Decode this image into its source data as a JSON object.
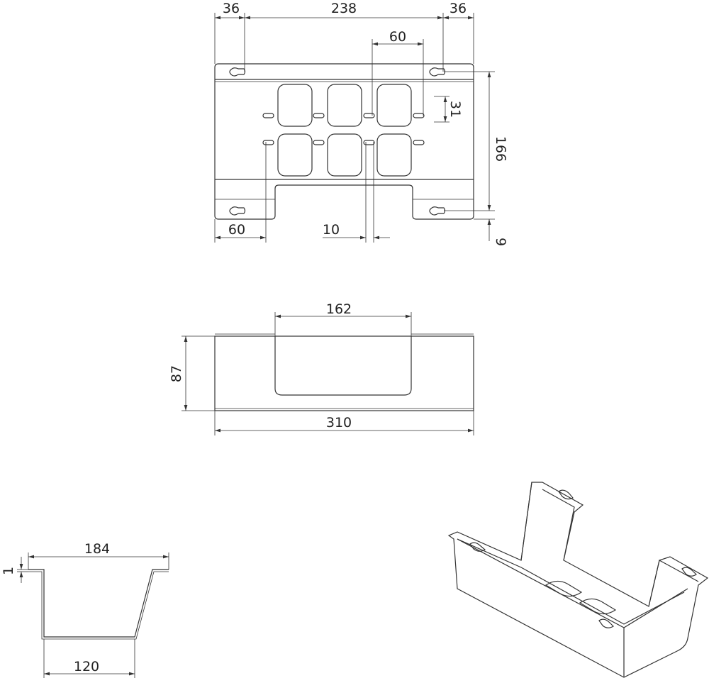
{
  "plan_view": {
    "dims": {
      "left_keyhole": "36",
      "keyhole_span": "238",
      "right_keyhole": "36",
      "hole_pitch": "60",
      "hole_height": "31",
      "keyhole_vertical": "166",
      "bottom_offset": "9",
      "slot_offset": "60",
      "slot_width": "10"
    }
  },
  "front_view": {
    "dims": {
      "window_width": "162",
      "height": "87",
      "length": "310"
    }
  },
  "section_view": {
    "dims": {
      "top_width": "184",
      "bottom_width": "120",
      "thickness": "1"
    }
  },
  "colors": {
    "line": "#333333",
    "background": "#ffffff"
  }
}
